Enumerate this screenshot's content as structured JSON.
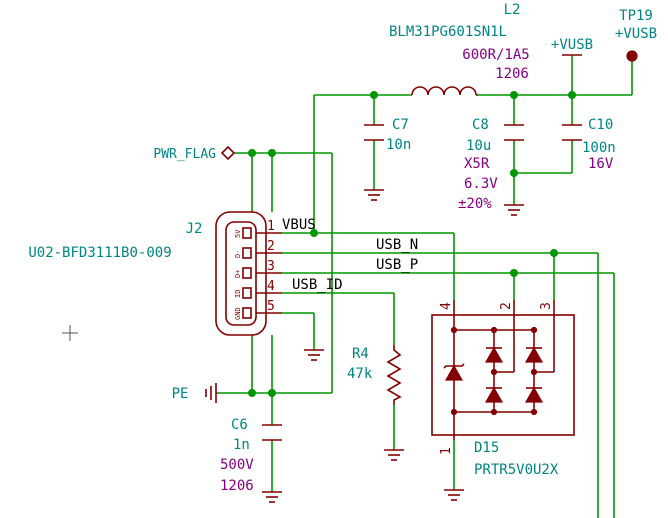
{
  "components": {
    "L2": {
      "ref": "L2",
      "value": "BLM31PG601SN1L",
      "spec": "600R/1A5",
      "package": "1206"
    },
    "TP19": {
      "ref": "TP19",
      "net": "+VUSB"
    },
    "vusb_port": {
      "net": "+VUSB"
    },
    "C7": {
      "ref": "C7",
      "value": "10n"
    },
    "C8": {
      "ref": "C8",
      "value": "10u",
      "dielectric": "X5R",
      "voltage": "6.3V",
      "tolerance": "±20%"
    },
    "C10": {
      "ref": "C10",
      "value": "100n",
      "voltage": "16V"
    },
    "pwr_flag": {
      "label": "PWR_FLAG"
    },
    "J2": {
      "ref": "J2",
      "value": "U02-BFD3111B0-009",
      "pin_numbers": [
        "1",
        "2",
        "3",
        "4",
        "5"
      ],
      "pin_names": [
        "5V",
        "D-",
        "D+",
        "ID",
        "GND"
      ]
    },
    "R4": {
      "ref": "R4",
      "value": "47k"
    },
    "PE": {
      "label": "PE"
    },
    "C6": {
      "ref": "C6",
      "value": "1n",
      "voltage": "500V",
      "package": "1206"
    },
    "D15": {
      "ref": "D15",
      "value": "PRTR5V0U2X",
      "pins": [
        "4",
        "2",
        "3",
        "1"
      ]
    }
  },
  "nets": {
    "vbus": "VBUS",
    "usb_n": "USB_N",
    "usb_p": "USB_P",
    "usb_id": "USB_ID"
  },
  "colors": {
    "wire": "#009600",
    "component": "#840000",
    "reference": "#008484",
    "value": "#840084"
  }
}
